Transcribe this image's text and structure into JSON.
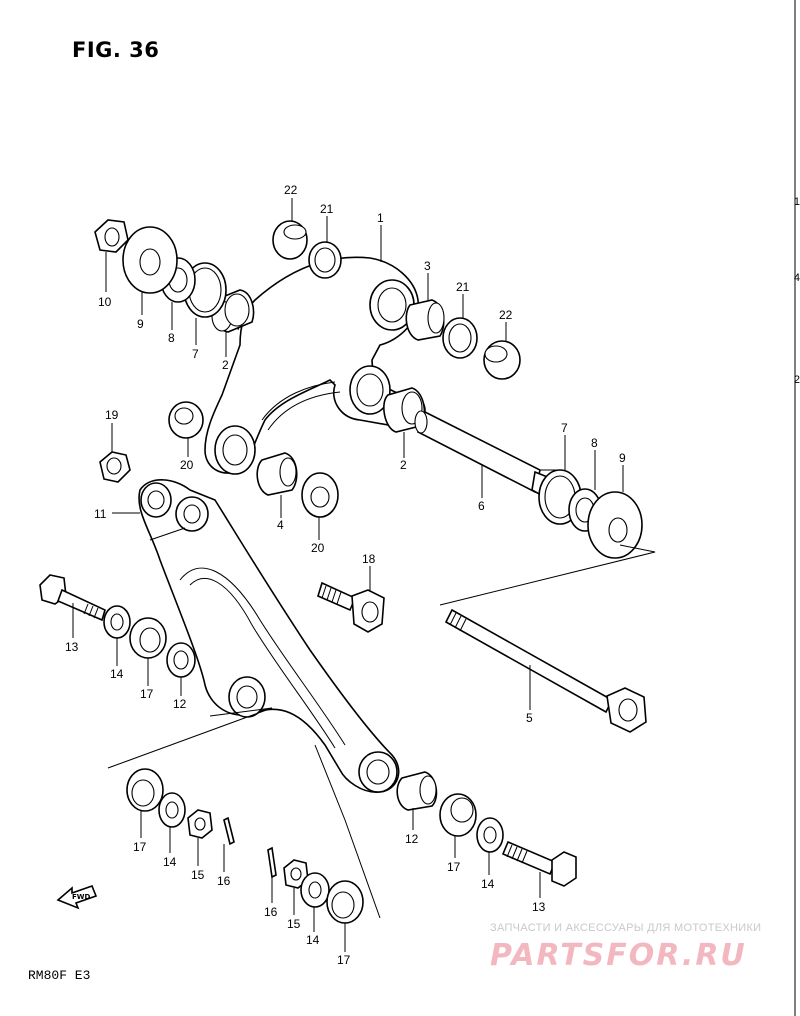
{
  "header": {
    "figure_title": "FIG. 36"
  },
  "footer": {
    "model_code": "RM80F E3"
  },
  "watermark": {
    "tagline": "ЗАПЧАСТИ И АКСЕССУАРЫ ДЛЯ МОТОТЕХНИКИ",
    "logo_text": "PARTSFOR.RU",
    "color": "#f3b8bf"
  },
  "direction_marker": {
    "label": "FWD",
    "icon": "forward-arrow-icon"
  },
  "callouts": [
    {
      "id": "c22a",
      "number": "22"
    },
    {
      "id": "c21a",
      "number": "21"
    },
    {
      "id": "c1",
      "number": "1"
    },
    {
      "id": "c3",
      "number": "3"
    },
    {
      "id": "c21b",
      "number": "21"
    },
    {
      "id": "c22b",
      "number": "22"
    },
    {
      "id": "c10",
      "number": "10"
    },
    {
      "id": "c9a",
      "number": "9"
    },
    {
      "id": "c8a",
      "number": "8"
    },
    {
      "id": "c7a",
      "number": "7"
    },
    {
      "id": "c2a",
      "number": "2"
    },
    {
      "id": "c19",
      "number": "19"
    },
    {
      "id": "c20a",
      "number": "20"
    },
    {
      "id": "c2b",
      "number": "2"
    },
    {
      "id": "c7b",
      "number": "7"
    },
    {
      "id": "c8b",
      "number": "8"
    },
    {
      "id": "c9b",
      "number": "9"
    },
    {
      "id": "c6",
      "number": "6"
    },
    {
      "id": "c4",
      "number": "4"
    },
    {
      "id": "c20b",
      "number": "20"
    },
    {
      "id": "c11",
      "number": "11"
    },
    {
      "id": "c18",
      "number": "18"
    },
    {
      "id": "c13a",
      "number": "13"
    },
    {
      "id": "c14a",
      "number": "14"
    },
    {
      "id": "c17a",
      "number": "17"
    },
    {
      "id": "c12a",
      "number": "12"
    },
    {
      "id": "c5",
      "number": "5"
    },
    {
      "id": "c17b",
      "number": "17"
    },
    {
      "id": "c14b",
      "number": "14"
    },
    {
      "id": "c15a",
      "number": "15"
    },
    {
      "id": "c16a",
      "number": "16"
    },
    {
      "id": "c12b",
      "number": "12"
    },
    {
      "id": "c17c",
      "number": "17"
    },
    {
      "id": "c14c",
      "number": "14"
    },
    {
      "id": "c13b",
      "number": "13"
    },
    {
      "id": "c16b",
      "number": "16"
    },
    {
      "id": "c15b",
      "number": "15"
    },
    {
      "id": "c14d",
      "number": "14"
    },
    {
      "id": "c17d",
      "number": "17"
    }
  ],
  "edge_marks": [
    "1",
    "4",
    "2"
  ]
}
